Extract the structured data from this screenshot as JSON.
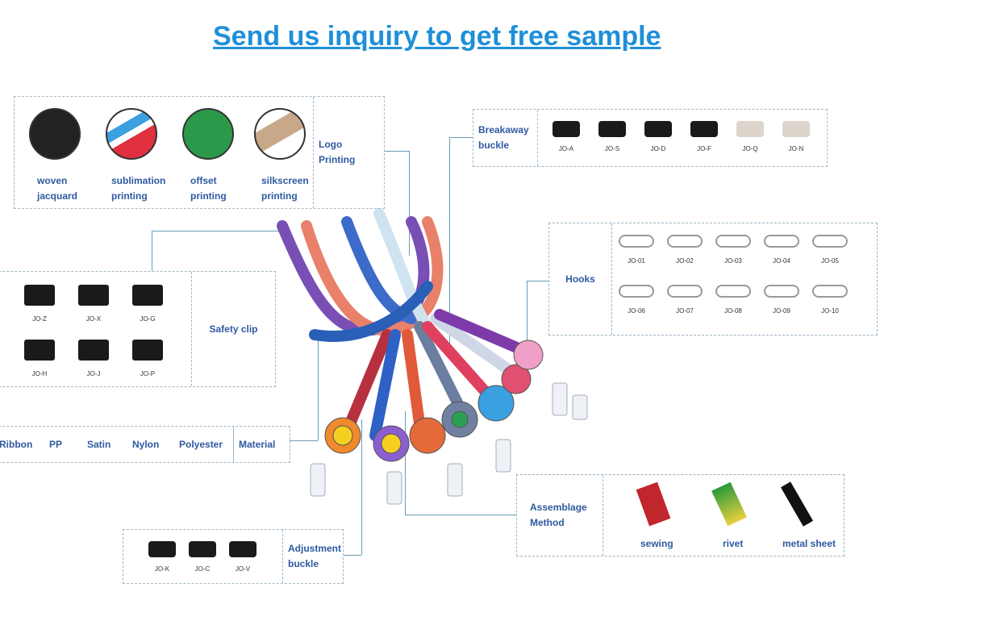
{
  "link": {
    "text": "Send us inquiry to get free sample"
  },
  "logo_printing": {
    "label": "Logo Printing",
    "items": [
      {
        "label": "woven\njacquard"
      },
      {
        "label": "sublimation\nprinting"
      },
      {
        "label": "offset\nprinting"
      },
      {
        "label": "silkscreen\nprinting"
      }
    ]
  },
  "breakaway": {
    "label": "Breakaway buckle",
    "items": [
      "JO-A",
      "JO-S",
      "JO-D",
      "JO-F",
      "JO-Q",
      "JO-N"
    ]
  },
  "hooks": {
    "label": "Hooks",
    "items": [
      "JO-01",
      "JO-02",
      "JO-03",
      "JO-04",
      "JO-05",
      "JO-06",
      "JO-07",
      "JO-08",
      "JO-09",
      "JO-10"
    ]
  },
  "safety_clip": {
    "label": "Safety clip",
    "items": [
      "JO-Z",
      "JO-X",
      "JO-G",
      "JO-H",
      "JO-J",
      "JO-P"
    ]
  },
  "material": {
    "label": "Material",
    "items": [
      "Ribbon",
      "PP",
      "Satin",
      "Nylon",
      "Polyester"
    ]
  },
  "assemblage": {
    "label": "Assemblage Method",
    "items": [
      "sewing",
      "rivet",
      "metal sheet"
    ]
  },
  "adjustment": {
    "label": "Adjustment buckle",
    "items": [
      "JO-K",
      "JO-C",
      "JO-V"
    ]
  },
  "colors": {
    "link": "#1f8fd8",
    "label": "#2e5aa0"
  }
}
